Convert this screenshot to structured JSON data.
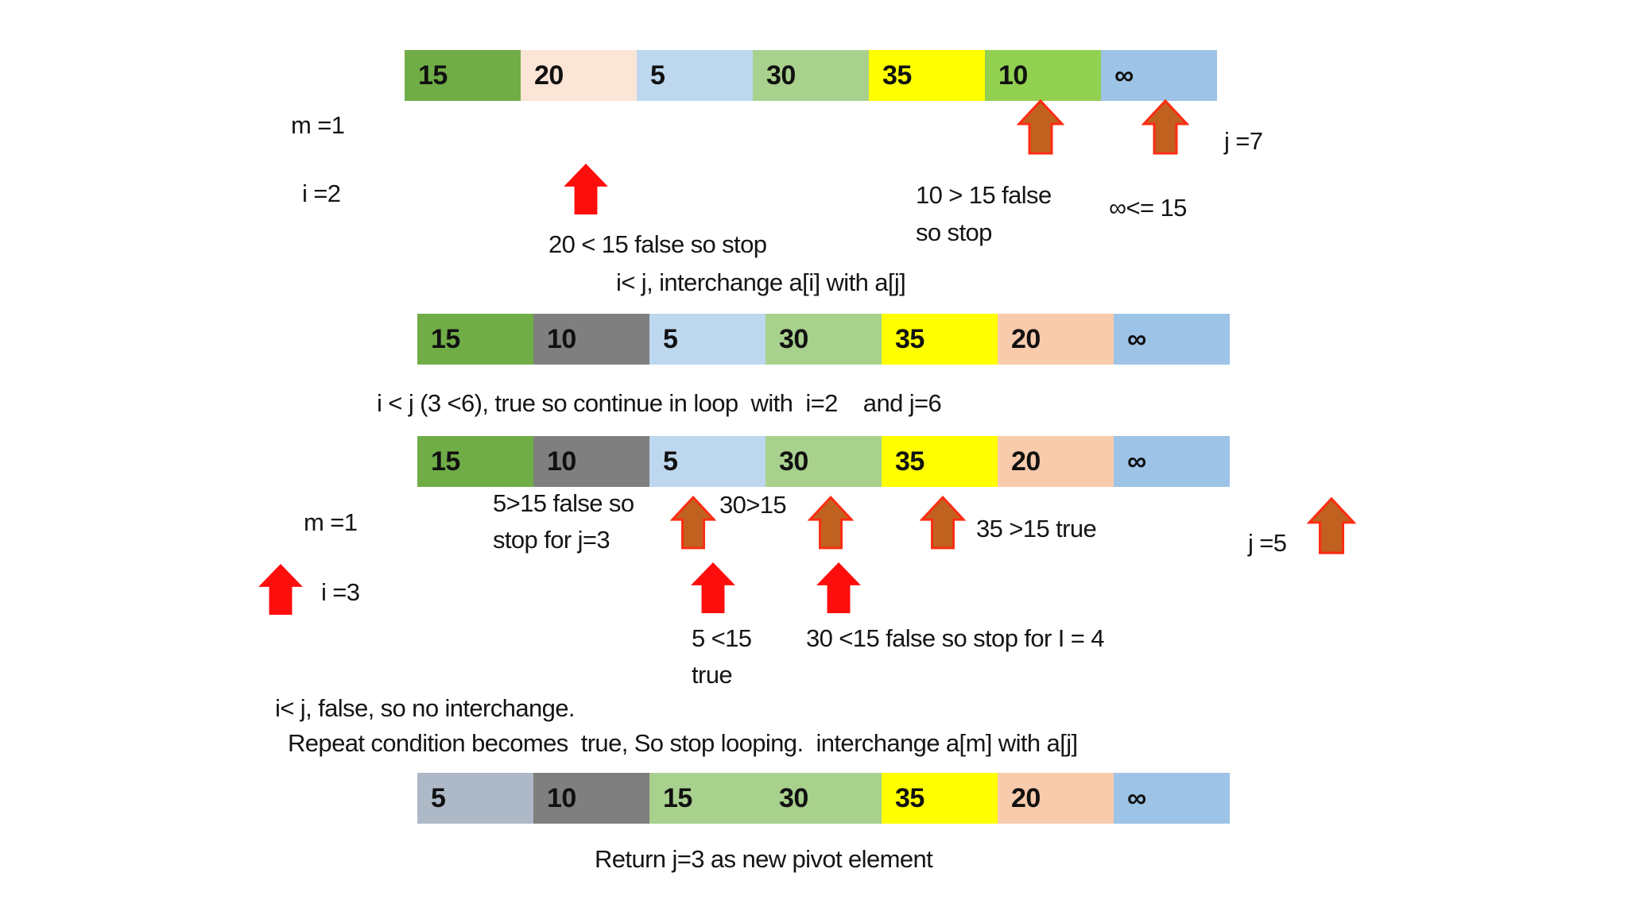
{
  "colors": {
    "arrow_red": "#fe0d0d",
    "arrow_orange_fill": "#c06120",
    "arrow_orange_stroke": "#fd2c12",
    "cell_green": "#70ad47",
    "cell_light_peach": "#fbe5d6",
    "cell_light_blue": "#bdd7ee",
    "cell_light_green": "#a9d18e",
    "cell_yellow": "#ffff00",
    "cell_yellow_green": "#92d050",
    "cell_blue": "#9dc3e6",
    "cell_gray": "#7f7f7f",
    "cell_peach": "#f8cbad",
    "cell_gray_blue": "#aeb9c7"
  },
  "step1": {
    "array": {
      "cells": [
        {
          "value": "15",
          "color": "#70ad47"
        },
        {
          "value": "20",
          "color": "#fbe5d6"
        },
        {
          "value": "5",
          "color": "#bdd7ee"
        },
        {
          "value": "30",
          "color": "#a9d18e"
        },
        {
          "value": "35",
          "color": "#ffff00"
        },
        {
          "value": "10",
          "color": "#92d050"
        },
        {
          "value": "∞",
          "color": "#9dc3e6"
        }
      ]
    },
    "labels": {
      "m": "m =1",
      "i": "i =2",
      "j": "j =7"
    },
    "annotations": {
      "compare_20": "20 < 15 false so stop",
      "compare_10_line1": "10 > 15 false",
      "compare_10_line2": "so stop",
      "compare_inf": "∞<= 15",
      "interchange": "i< j, interchange a[i] with a[j]"
    }
  },
  "step2": {
    "array": {
      "cells": [
        {
          "value": "15",
          "color": "#70ad47"
        },
        {
          "value": "10",
          "color": "#7f7f7f"
        },
        {
          "value": "5",
          "color": "#bdd7ee"
        },
        {
          "value": "30",
          "color": "#a9d18e"
        },
        {
          "value": "35",
          "color": "#ffff00"
        },
        {
          "value": "20",
          "color": "#f8cbad"
        },
        {
          "value": "∞",
          "color": "#9dc3e6"
        }
      ]
    },
    "caption": "i < j (3 <6), true so continue in loop  with  i=2    and j=6"
  },
  "step3": {
    "array": {
      "cells": [
        {
          "value": "15",
          "color": "#70ad47"
        },
        {
          "value": "10",
          "color": "#7f7f7f"
        },
        {
          "value": "5",
          "color": "#bdd7ee"
        },
        {
          "value": "30",
          "color": "#a9d18e"
        },
        {
          "value": "35",
          "color": "#ffff00"
        },
        {
          "value": "20",
          "color": "#f8cbad"
        },
        {
          "value": "∞",
          "color": "#9dc3e6"
        }
      ]
    },
    "labels": {
      "m": "m =1",
      "i": "i =3",
      "j": "j =5"
    },
    "annotations": {
      "compare_5_j_line1": "5>15 false so",
      "compare_5_j_line2": "stop for j=3",
      "compare_30_j": "30>15",
      "compare_35": "35 >15 true",
      "compare_5_i_line1": "5 <15",
      "compare_5_i_line2": "true",
      "compare_30_i": "30 <15 false so stop for I = 4"
    }
  },
  "step4": {
    "note_line1": "i< j, false, so no interchange.",
    "note_line2": "Repeat condition becomes  true, So stop looping.  interchange a[m] with a[j]",
    "array": {
      "cells": [
        {
          "value": "5",
          "color": "#aeb9c7"
        },
        {
          "value": "10",
          "color": "#7f7f7f"
        },
        {
          "value": "15",
          "color": "#a9d18e"
        },
        {
          "value": "30",
          "color": "#a9d18e"
        },
        {
          "value": "35",
          "color": "#ffff00"
        },
        {
          "value": "20",
          "color": "#f8cbad"
        },
        {
          "value": "∞",
          "color": "#9dc3e6"
        }
      ]
    },
    "result": "Return j=3 as new pivot element"
  }
}
